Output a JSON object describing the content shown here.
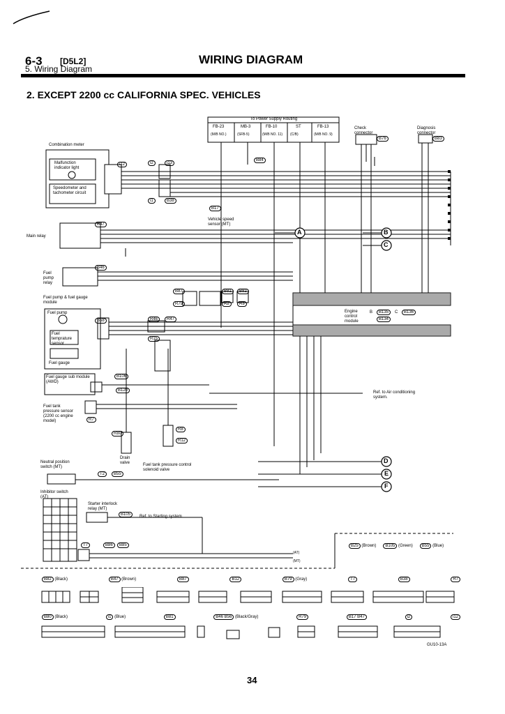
{
  "header": {
    "section_number": "6-3",
    "section_code": "[D5L2]",
    "subtitle": "5. Wiring Diagram",
    "title": "WIRING DIAGRAM"
  },
  "section_title": "2. EXCEPT 2200 cc CALIFORNIA SPEC. VEHICLES",
  "power_box": {
    "title": "To Power Supply Routing",
    "fuses": [
      {
        "name": "FB-23",
        "code": "(M/B NO.)"
      },
      {
        "name": "MB-3",
        "code": "(SFB-5)"
      },
      {
        "name": "FB-10",
        "code": "(M/B NO. 11)"
      },
      {
        "name": "ST",
        "code": "(C/B)"
      },
      {
        "name": "FB-13",
        "code": "(M/B NO. 9)"
      }
    ]
  },
  "components": {
    "combination_meter": "Combination meter",
    "malfunction_light": "Malfunction indicator light",
    "speedometer": "Speedometer and tachometer circuit",
    "main_relay": "Main relay",
    "fuel_pump_relay": "Fuel pump relay",
    "fuel_pump_gauge_module": "Fuel pump & fuel gauge module",
    "fuel_pump": "Fuel pump",
    "fuel_temp_sensor": "Fuel temprature sensor",
    "fuel_gauge": "Fuel gauge",
    "fuel_gauge_sub": "Fuel gauge sub module (AWD)",
    "fuel_tank_pressure_sensor": "Fuel tank pressure sensor (2200 cc engine model)",
    "drain_valve": "Drain valve",
    "fuel_tank_solenoid": "Fuel tank pressure control solenoid valve",
    "neutral_switch": "Neutral position switch (MT)",
    "inhibitor_switch": "Inhibitor switch (AT)",
    "starter_relay": "Starter interlock relay (MT)",
    "vehicle_speed_sensor": "Vehicle speed sensor (MT)",
    "check_connector": "Check connector",
    "diagnosis_connector": "Diagnosis connector",
    "ecm": "Engine control module",
    "ecm_b": "B",
    "ecm_b_code": "B135",
    "ecm_c": "C",
    "ecm_c_code": "B136",
    "ecm_b2_code": "B134"
  },
  "refs": {
    "ac": "Ref. to Air conditioning system.",
    "starting": "Ref. to Starting system"
  },
  "circle_labels": [
    "A",
    "B",
    "C",
    "D",
    "E",
    "F"
  ],
  "connectors": {
    "c_i12": "i12",
    "i2": "i2",
    "i13": "i13",
    "i1": "i1",
    "b38": "B38",
    "b17": "B17",
    "b47": "B47",
    "b46": "B46",
    "b58": "B58",
    "b87": "B87",
    "b81": "B81",
    "b82": "B82",
    "r46": "R46",
    "r47": "R47",
    "r2": "R2",
    "r3": "R3",
    "r7": "R7",
    "r8": "R8",
    "r12": "R12",
    "r15": "R15",
    "r79": "R79",
    "r80": "R80",
    "t2": "T2",
    "t7": "T7",
    "b55": "B55",
    "b105": "B105",
    "b86": "B86",
    "b85": "B85",
    "b76": "B76",
    "b83": "B83",
    "b84": "B84",
    "b106": "B106",
    "b120": "B120"
  },
  "legend_row1": [
    {
      "code": "B82",
      "color": "Black"
    },
    {
      "code": "B47",
      "color": "Brown"
    },
    {
      "code": "B87",
      "color": ""
    },
    {
      "code": "B12",
      "color": ""
    },
    {
      "code": "B79",
      "color": "Gray"
    },
    {
      "code": "T7",
      "color": ""
    },
    {
      "code": "B38",
      "color": ""
    },
    {
      "code": "R7",
      "color": ""
    }
  ],
  "legend_row2": [
    {
      "code": "B80",
      "color": "Black"
    },
    {
      "code": "i1",
      "color": "Blue"
    },
    {
      "code": "B81",
      "color": ""
    },
    {
      "code": "B46 B56",
      "color": "Black/Gray"
    },
    {
      "code": "R79",
      "color": ""
    },
    {
      "code": "B17 B47",
      "color": ""
    },
    {
      "code": "i2",
      "color": ""
    },
    {
      "code": "i12",
      "color": ""
    }
  ],
  "legend_top_right": [
    {
      "code": "B25",
      "color": "Brown"
    },
    {
      "code": "B105",
      "color": "Green"
    },
    {
      "code": "B55",
      "color": "Blue"
    }
  ],
  "figure_code": "GU10-13A",
  "page_number": "34",
  "wire_labels": {
    "at": "(AT)",
    "mt": "(MT)"
  }
}
